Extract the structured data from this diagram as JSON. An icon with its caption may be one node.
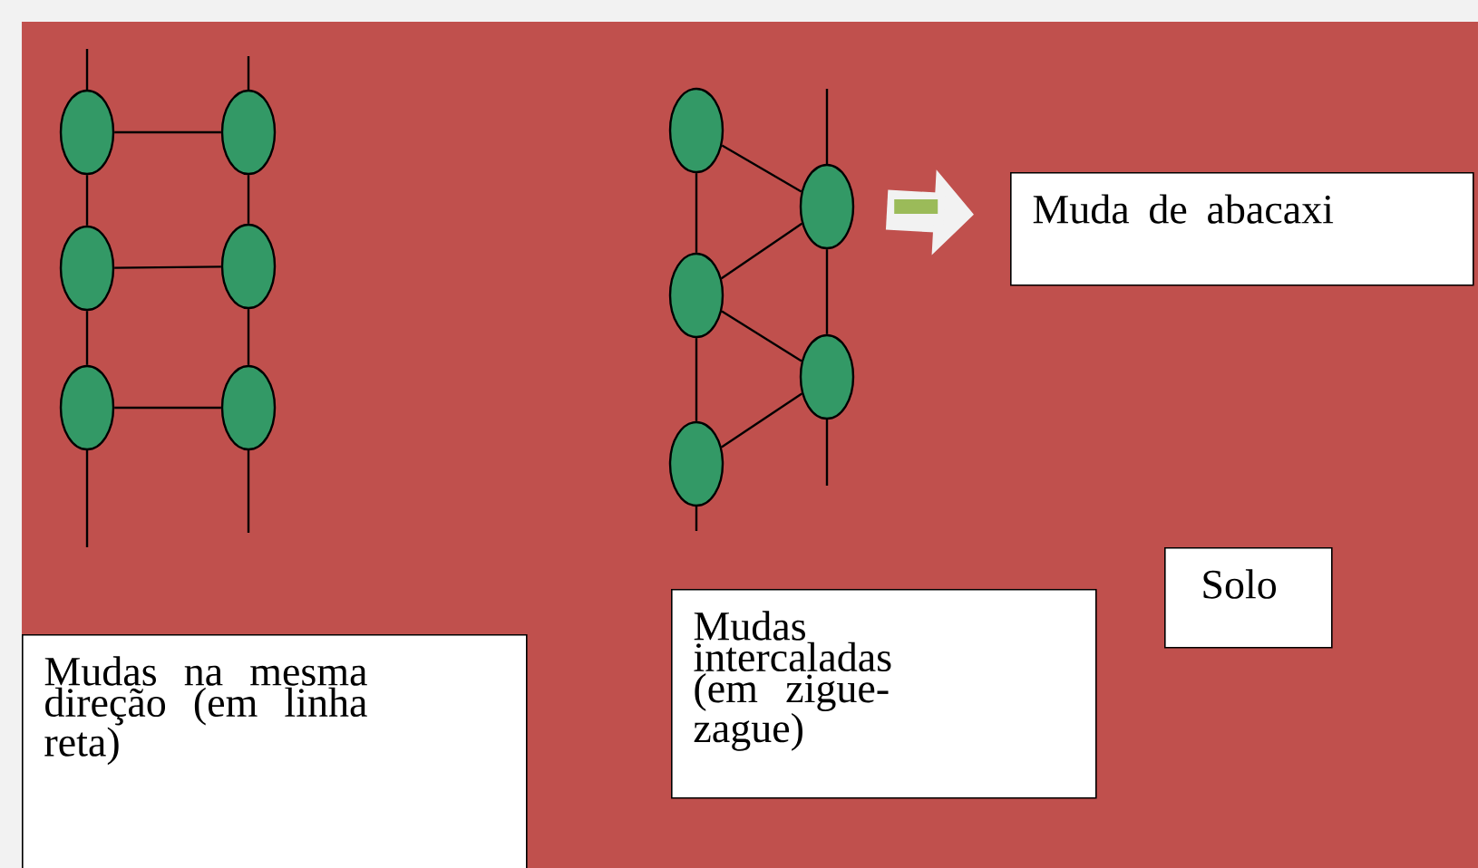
{
  "diagram": {
    "nodes": [
      {
        "text": [],
        "shape": "ellipse"
      },
      {
        "text": [],
        "shape": "ellipse"
      },
      {
        "text": [],
        "shape": "ellipse"
      },
      {
        "text": [],
        "shape": "ellipse"
      },
      {
        "text": [],
        "shape": "ellipse"
      },
      {
        "text": [],
        "shape": "ellipse"
      },
      {
        "text": [],
        "shape": "ellipse"
      },
      {
        "text": [],
        "shape": "ellipse"
      },
      {
        "text": [],
        "shape": "ellipse"
      },
      {
        "text": [],
        "shape": "ellipse"
      },
      {
        "text": [],
        "shape": "ellipse"
      },
      {
        "text": [
          "Muda de abacaxi"
        ]
      },
      {
        "text": [
          "Solo"
        ]
      },
      {
        "text": [
          "Mudas intercaladas (em zigue-zague)"
        ]
      },
      {
        "text": [
          "Mudas na mesma direção (em linha reta)"
        ]
      }
    ],
    "edges": [
      {
        "from": 0,
        "to": 1,
        "arrow": "none"
      },
      {
        "from": 2,
        "to": 3,
        "arrow": "none"
      },
      {
        "from": 4,
        "to": 5,
        "arrow": "none"
      },
      {
        "from": 0,
        "to": 2,
        "arrow": "none"
      },
      {
        "from": 2,
        "to": 4,
        "arrow": "none"
      },
      {
        "from": 1,
        "to": 3,
        "arrow": "none"
      },
      {
        "from": 3,
        "to": 5,
        "arrow": "none"
      },
      {
        "from": 6,
        "to": 8,
        "arrow": "none"
      },
      {
        "from": 8,
        "to": 10,
        "arrow": "none"
      },
      {
        "from": 7,
        "to": 9,
        "arrow": "none"
      },
      {
        "from": 6,
        "to": 7,
        "arrow": "none"
      },
      {
        "from": 7,
        "to": 8,
        "arrow": "none"
      },
      {
        "from": 8,
        "to": 9,
        "arrow": "none"
      },
      {
        "from": 10,
        "to": 9,
        "arrow": "none"
      },
      {
        "from": 7,
        "to": 11,
        "arrow": "to",
        "style": "thick",
        "color": "#f2f2f2"
      }
    ]
  }
}
